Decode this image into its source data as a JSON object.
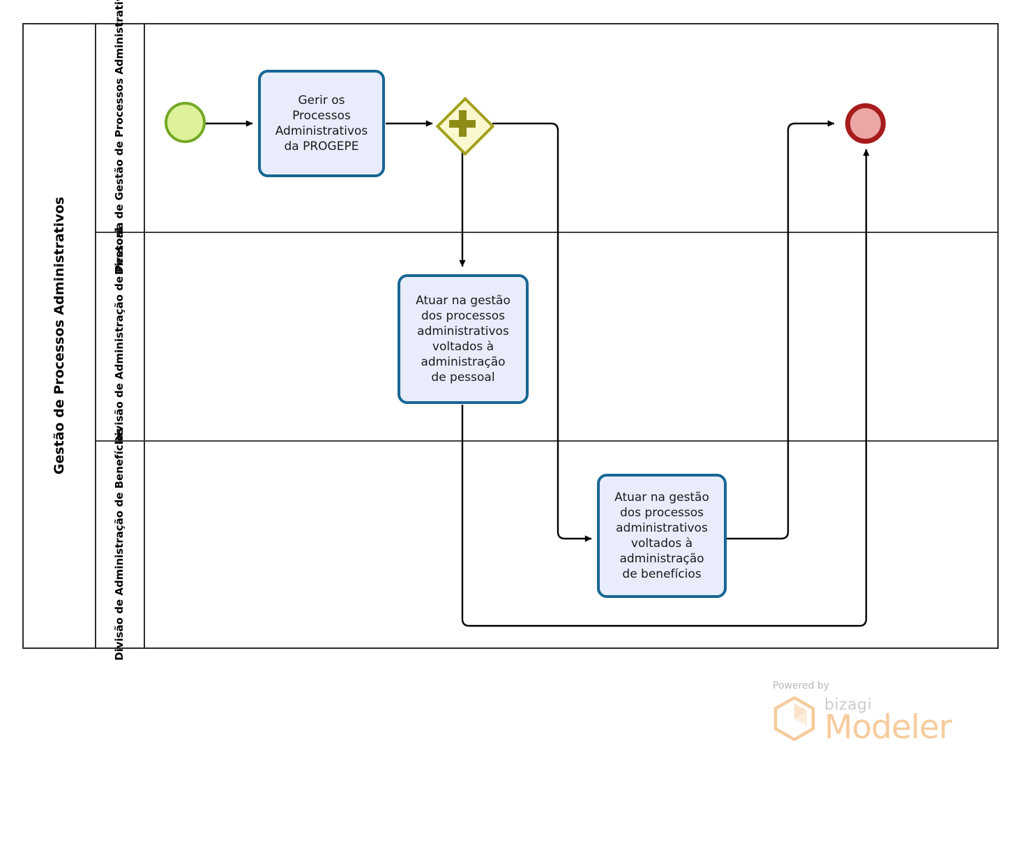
{
  "diagram": {
    "type": "bpmn-process",
    "pool": {
      "name": "Gestão de Processos Administrativos"
    },
    "lanes": [
      {
        "id": "lane-diretoria",
        "name": "Diretoria de Gestão de Processos Administrativos"
      },
      {
        "id": "lane-pessoal",
        "name": "Divisão de Administração de Pessoal"
      },
      {
        "id": "lane-beneficios",
        "name": "Divisão de Administração de Benefícios"
      }
    ],
    "nodes": {
      "start_event": {
        "type": "start-event",
        "label": ""
      },
      "task_gerir": {
        "type": "task",
        "lines": [
          "Gerir os",
          "Processos",
          "Administrativos",
          "da PROGEPE"
        ]
      },
      "gateway_parallel": {
        "type": "parallel-gateway",
        "symbol": "+"
      },
      "task_pessoal": {
        "type": "task",
        "lines": [
          "Atuar na gestão",
          "dos processos",
          "administrativos",
          "voltados à",
          "administração",
          "de pessoal"
        ]
      },
      "task_beneficios": {
        "type": "task",
        "lines": [
          "Atuar na gestão",
          "dos processos",
          "administrativos",
          "voltados à",
          "administração",
          "de benefícios"
        ]
      },
      "end_event": {
        "type": "end-event",
        "label": ""
      }
    },
    "colors": {
      "task_fill": "#e8ecfb",
      "task_border": "#176694",
      "start_fill": "#ddf29a",
      "start_border": "#74a825",
      "end_fill": "#eda6a6",
      "end_border": "#a61c1c",
      "gateway_fill": "#fbf8d0",
      "gateway_border": "#a3a01c",
      "gateway_symbol": "#8d8c17",
      "pool_border": "#2b2b2b",
      "connector": "#000000"
    }
  },
  "brand": {
    "powered_by": "Powered by",
    "name": "bizagi",
    "product": "Modeler",
    "accent": "#f6cb9c"
  }
}
